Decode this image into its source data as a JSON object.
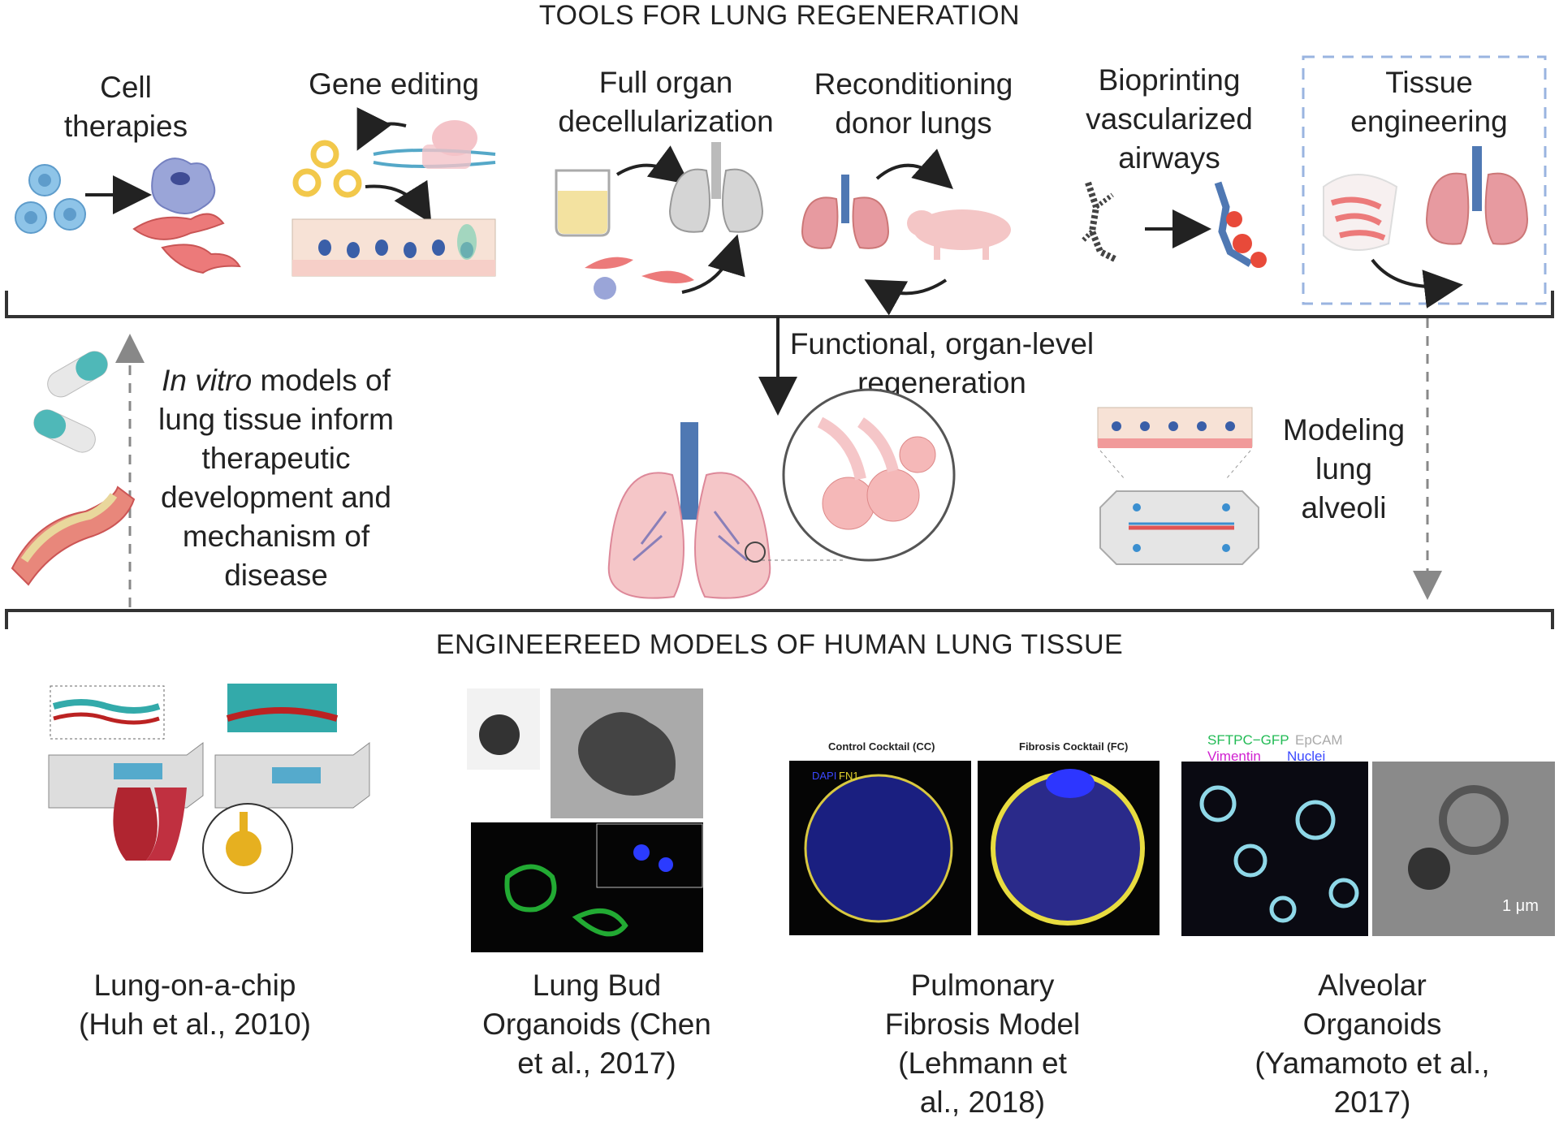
{
  "top_section": {
    "title": "TOOLS FOR LUNG REGENERATION",
    "tools": [
      {
        "line1": "Cell",
        "line2": "therapies",
        "line3": ""
      },
      {
        "line1": "Gene editing",
        "line2": "",
        "line3": ""
      },
      {
        "line1": "Full organ",
        "line2": "decellularization",
        "line3": ""
      },
      {
        "line1": "Reconditioning",
        "line2": "donor lungs",
        "line3": ""
      },
      {
        "line1": "Bioprinting",
        "line2": "vascularized",
        "line3": "airways"
      },
      {
        "line1": "Tissue",
        "line2": "engineering",
        "line3": ""
      }
    ]
  },
  "middle_section": {
    "left_text_italic": "In vitro",
    "left_text": [
      " models of",
      "lung tissue inform",
      "therapeutic",
      "development and",
      "mechanism of",
      "disease"
    ],
    "center_text": [
      "Functional, organ-level",
      "regeneration"
    ],
    "right_text": [
      "Modeling",
      "lung",
      "alveoli"
    ]
  },
  "bottom_section": {
    "title": "ENGINEEREED MODELS OF HUMAN LUNG TISSUE",
    "models": [
      {
        "lines": [
          "Lung-on-a-chip",
          "(Huh et al., 2010)"
        ]
      },
      {
        "lines": [
          "Lung Bud",
          "Organoids (Chen",
          "et al., 2017)"
        ]
      },
      {
        "lines": [
          "Pulmonary",
          "Fibrosis Model",
          "(Lehmann et",
          "al., 2018)"
        ]
      },
      {
        "lines": [
          "Alveolar",
          "Organoids",
          "(Yamamoto et al.,",
          "2017)"
        ]
      }
    ],
    "fibrosis_panel_labels": {
      "left": "Control Cocktail (CC)",
      "right": "Fibrosis Cocktail (FC)"
    },
    "fibrosis_stain": {
      "dapi": "DAPI",
      "fn1": "FN1"
    },
    "alveolar_stain": {
      "sftpc": "SFTPC−GFP",
      "epcam": "EpCAM",
      "vimentin": "Vimentin",
      "nuclei": "Nuclei"
    },
    "scale_bar": "1 μm"
  },
  "colors": {
    "line": "#333333",
    "dashed_arrow": "#888888",
    "tissue_box": "#9ab4e0",
    "lung_pink": "#e79aa0",
    "airway_blue": "#4f78b3"
  }
}
